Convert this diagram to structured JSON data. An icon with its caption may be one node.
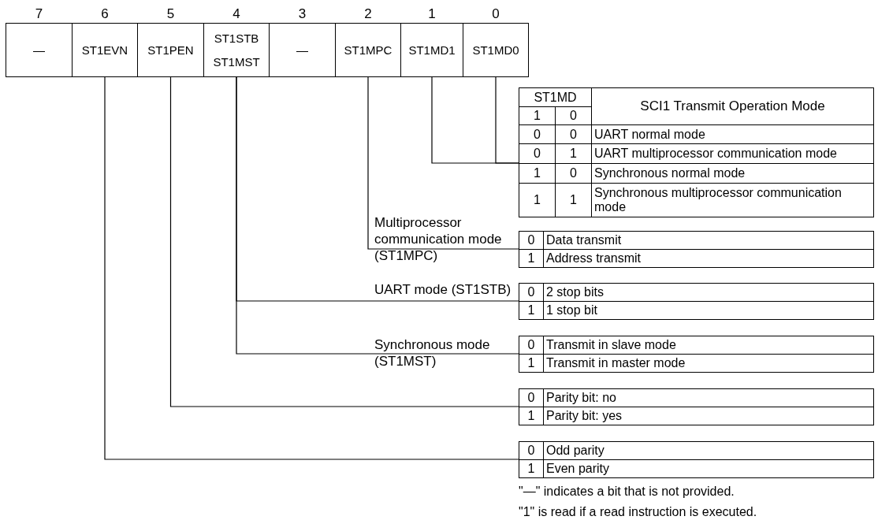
{
  "diagram": {
    "nodes": [
      {
        "text": [
          "—"
        ],
        "beside": [
          "7"
        ]
      },
      {
        "text": [
          "ST1EVN"
        ],
        "beside": [
          "6"
        ]
      },
      {
        "text": [
          "ST1PEN"
        ],
        "beside": [
          "5"
        ]
      },
      {
        "text": [
          "ST1STB",
          "ST1MST"
        ],
        "beside": [
          "4"
        ]
      },
      {
        "text": [
          "—"
        ],
        "beside": [
          "3"
        ]
      },
      {
        "text": [
          "ST1MPC"
        ],
        "beside": [
          "2"
        ]
      },
      {
        "text": [
          "ST1MD1"
        ],
        "beside": [
          "1"
        ]
      },
      {
        "text": [
          "ST1MD0"
        ],
        "beside": [
          "0"
        ]
      },
      {
        "text": [
          "ST1MD",
          "SCI1 Transmit Operation Mode",
          "1",
          "0",
          "0",
          "0",
          "UART normal mode",
          "0",
          "1",
          "UART multiprocessor communication mode",
          "1",
          "0",
          "Synchronous normal mode",
          "1",
          "1",
          "Synchronous multiprocessor communication mode"
        ]
      },
      {
        "text": [
          "0",
          "Data transmit",
          "1",
          "Address transmit"
        ],
        "beside": [
          "Multiprocessor communication mode (ST1MPC)"
        ]
      },
      {
        "text": [
          "0",
          "2 stop bits",
          "1",
          "1 stop bit"
        ],
        "beside": [
          "UART mode (ST1STB)"
        ]
      },
      {
        "text": [
          "0",
          "Transmit in slave mode",
          "1",
          "Transmit in master mode"
        ],
        "beside": [
          "Synchronous mode (ST1MST)"
        ]
      },
      {
        "text": [
          "0",
          "Parity bit: no",
          "1",
          "Parity bit: yes"
        ]
      },
      {
        "text": [
          "0",
          "Odd parity",
          "1",
          "Even parity"
        ]
      }
    ],
    "edges": [
      {
        "from": 6,
        "to": 8,
        "arrow": "none"
      },
      {
        "from": 7,
        "to": 8,
        "arrow": "none"
      },
      {
        "from": 5,
        "to": 9,
        "arrow": "none"
      },
      {
        "from": 3,
        "to": 10,
        "arrow": "none"
      },
      {
        "from": 3,
        "to": 11,
        "arrow": "none"
      },
      {
        "from": 2,
        "to": 12,
        "arrow": "none"
      },
      {
        "from": 1,
        "to": 13,
        "arrow": "none"
      }
    ],
    "labels": [
      "\"—\" indicates a bit that is not provided.",
      "\"1\" is read if a read instruction is executed."
    ]
  }
}
